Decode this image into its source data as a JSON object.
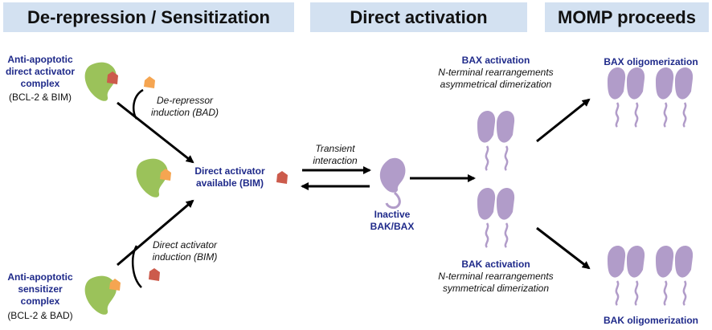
{
  "headers": {
    "derepression": "De-repression / Sensitization",
    "direct_activation": "Direct activation",
    "momp": "MOMP proceeds"
  },
  "complexes": {
    "activator_complex": [
      "Anti-apoptotic",
      "direct activator",
      "complex"
    ],
    "activator_complex_members": "(BCL-2 & BIM)",
    "sensitizer_complex": [
      "Anti-apoptotic",
      "sensitizer",
      "complex"
    ],
    "sensitizer_complex_members": "(BCL-2 & BAD)"
  },
  "inductions": {
    "derepressor": [
      "De-repressor",
      "induction (BAD)"
    ],
    "direct_activator": [
      "Direct activator",
      "induction (BIM)"
    ]
  },
  "direct_activator_available": [
    "Direct activator",
    "available (BIM)"
  ],
  "transient_interaction": [
    "Transient",
    "interaction"
  ],
  "inactive": [
    "Inactive",
    "BAK/BAX"
  ],
  "bax_activation": {
    "title": "BAX activation",
    "details": [
      "N-terminal rearrangements",
      "asymmetrical dimerization"
    ]
  },
  "bak_activation": {
    "title": "BAK activation",
    "details": [
      "N-terminal rearrangements",
      "symmetrical dimerization"
    ]
  },
  "bax_oligomerization": "BAX oligomerization",
  "bak_oligomerization": "BAK oligomerization",
  "colors": {
    "header_bg": "#d3e1f1",
    "label_blue": "#1f2a8a",
    "bcl2_green": "#9bc25a",
    "bad_orange": "#f5a551",
    "bim_red": "#cc5b4c",
    "bakbax_purple": "#b19cc9"
  }
}
